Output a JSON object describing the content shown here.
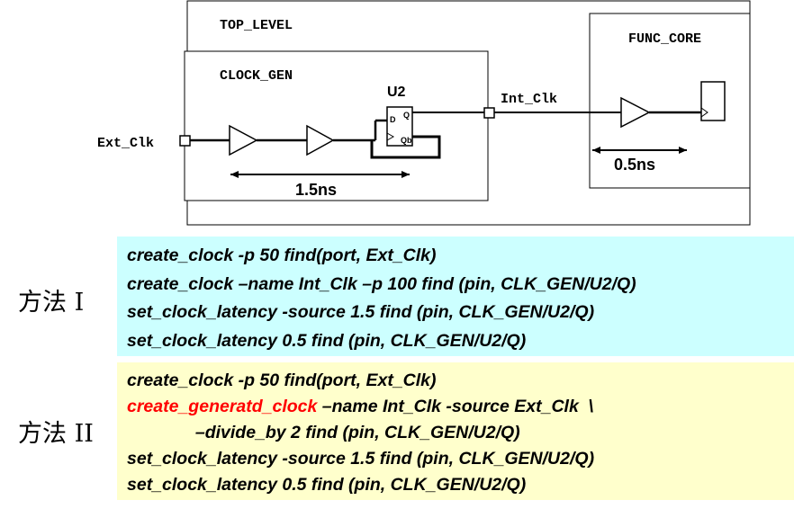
{
  "diagram": {
    "top_level_label": "TOP_LEVEL",
    "clock_gen_label": "CLOCK_GEN",
    "func_core_label": "FUNC_CORE",
    "u2_label": "U2",
    "ext_clk_label": "Ext_Clk",
    "int_clk_label": "Int_Clk",
    "ff_d": "D",
    "ff_q": "Q",
    "ff_qb": "Qb",
    "delay1_label": "1.5ns",
    "delay2_label": "0.5ns"
  },
  "method1": {
    "label": "方法 I",
    "lines": [
      "create_clock -p 50 find(port, Ext_Clk)",
      "create_clock –name Int_Clk –p 100 find (pin, CLK_GEN/U2/Q)",
      "set_clock_latency -source 1.5 find (pin, CLK_GEN/U2/Q)",
      "set_clock_latency 0.5 find (pin, CLK_GEN/U2/Q)"
    ]
  },
  "method2": {
    "label": "方法 II",
    "line1": "create_clock -p 50 find(port, Ext_Clk)",
    "line2_red": "create_generatd_clock",
    "line2_rest": " –name Int_Clk -source Ext_Clk  \\",
    "line3": "              –divide_by 2 find (pin, CLK_GEN/U2/Q)",
    "line4": "set_clock_latency -source 1.5 find (pin, CLK_GEN/U2/Q)",
    "line5": "set_clock_latency 0.5 find (pin, CLK_GEN/U2/Q)"
  },
  "colors": {
    "box1_bg": "#ccffff",
    "box2_bg": "#ffffcc",
    "highlight": "#ff0000"
  }
}
